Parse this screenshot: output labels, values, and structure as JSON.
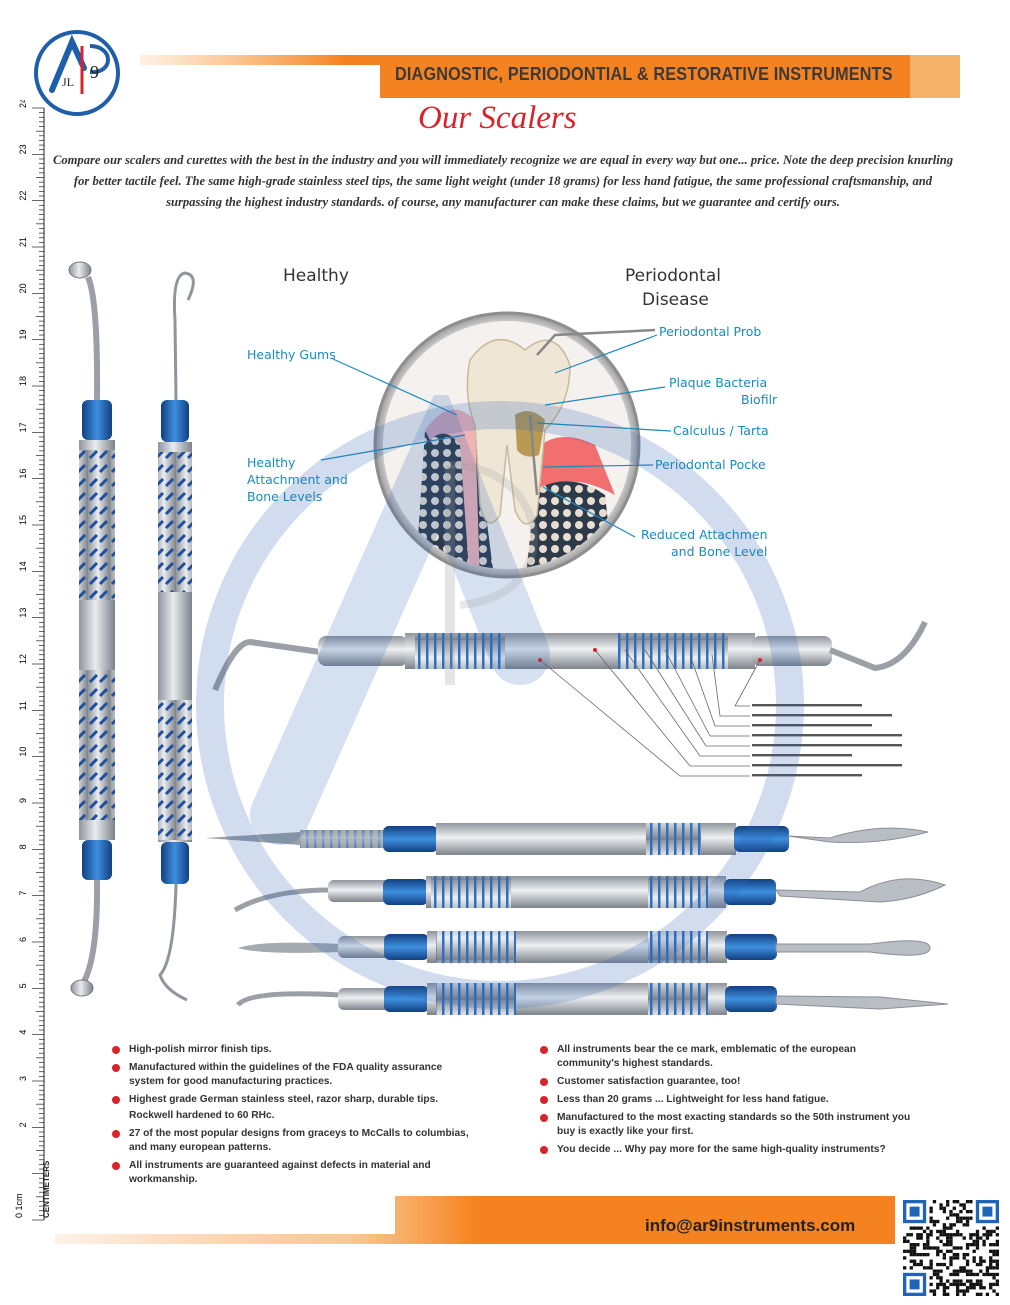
{
  "header": {
    "title": "DIAGNOSTIC, PERIODONTIAL & RESTORATIVE INSTRUMENTS",
    "page_title": "Our Scalers"
  },
  "logo": {
    "text_top": "AR",
    "text_num": "9",
    "text_sub": "JL",
    "color": "#1f5ea8"
  },
  "intro": "Compare our scalers and curettes with the best in the industry and you will immediately recognize we are equal in every way but one... price. Note the deep precision knurling for better tactile feel. The same high-grade stainless steel tips, the same light weight (under 18 grams) for less hand fatigue, the same professional craftsmanship, and surpassing the highest industry standards. of course, any manufacturer can make these claims, but we guarantee and certify ours.",
  "ruler": {
    "unit_label": "CENTIMETERS",
    "start_label": "0 1cm",
    "numbers": [
      "2",
      "3",
      "4",
      "5",
      "6",
      "7",
      "8",
      "9",
      "10",
      "11",
      "12",
      "13",
      "14",
      "15",
      "16",
      "17",
      "18",
      "19",
      "20",
      "21",
      "22",
      "23",
      "24"
    ]
  },
  "diagram": {
    "heading_left": "Healthy",
    "heading_right_1": "Periodontal",
    "heading_right_2": "Disease",
    "left_labels": {
      "gums": "Healthy Gums",
      "attach_1": "Healthy",
      "attach_2": "Attachment and",
      "attach_3": "Bone Levels"
    },
    "right_labels": {
      "probe": "Periodontal Prob",
      "plaque_1": "Plaque Bacteria",
      "plaque_2": "Biofilr",
      "calculus": "Calculus / Tarta",
      "pocket": "Periodontal Pocke",
      "reduced_1": "Reduced Attachmen",
      "reduced_2": "and Bone Level"
    }
  },
  "features_left": [
    {
      "text": "High-polish mirror finish tips.",
      "bullet": true
    },
    {
      "text": "Manufactured within the guidelines of the FDA quality assurance system for good manufacturing practices.",
      "bullet": true
    },
    {
      "text": "Highest grade German stainless steel, razor sharp, durable tips.",
      "bullet": true
    },
    {
      "text": "Rockwell hardened to 60 RHc.",
      "bullet": false
    },
    {
      "text": "27 of the most popular designs from graceys to McCalls to columbias, and many european patterns.",
      "bullet": true
    },
    {
      "text": "All instruments are guaranteed against defects in material and workmanship.",
      "bullet": true
    }
  ],
  "features_right": [
    {
      "text": "All instruments bear the ce mark, emblematic of the european community's highest standards.",
      "bullet": true
    },
    {
      "text": "Customer satisfaction guarantee, too!",
      "bullet": true
    },
    {
      "text": "Less than 20 grams ... Lightweight for less hand fatigue.",
      "bullet": true
    },
    {
      "text": "Manufactured to the most exacting standards so the 50th instrument you buy is exactly like your first.",
      "bullet": true
    },
    {
      "text": "You decide ... Why pay more for the same high-quality instruments?",
      "bullet": true
    }
  ],
  "footer": {
    "email": "info@ar9instruments.com"
  },
  "colors": {
    "accent_orange": "#f58220",
    "accent_red": "#d8232a",
    "instrument_blue": "#1e64b8",
    "label_blue": "#1a8bbf",
    "watermark": "#2f63b5"
  }
}
